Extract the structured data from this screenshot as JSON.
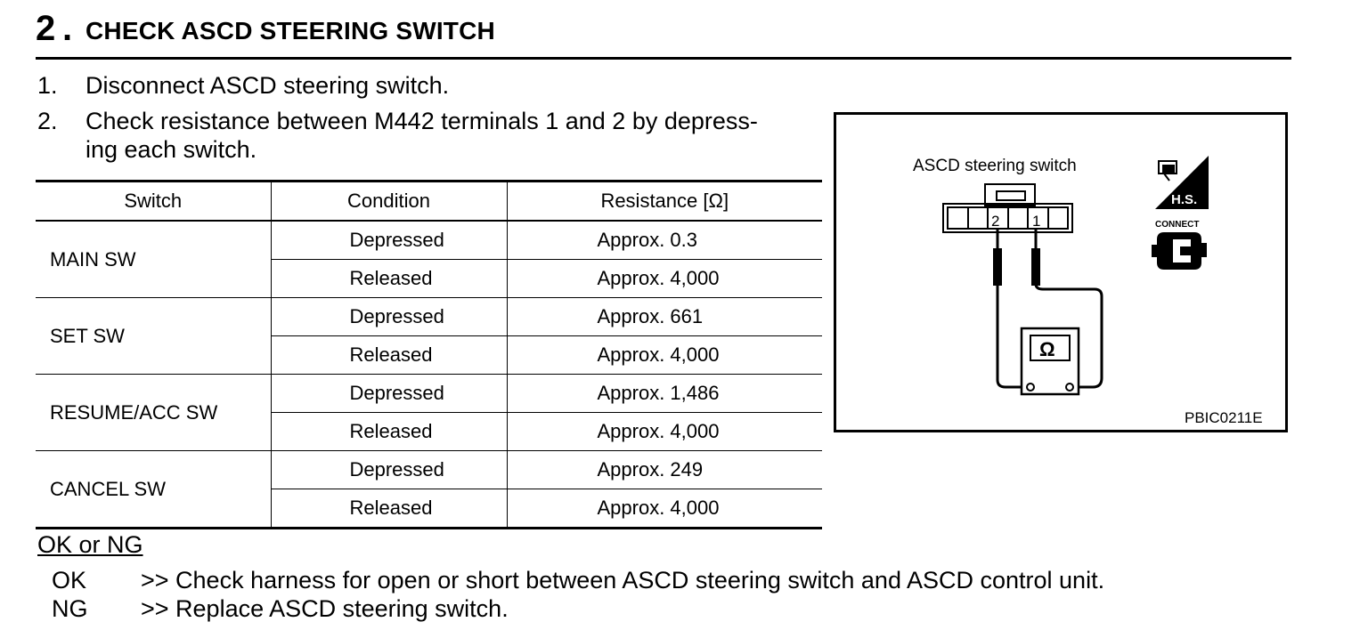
{
  "heading": {
    "number": "2",
    "dot": ".",
    "title": "CHECK ASCD STEERING SWITCH"
  },
  "steps": [
    {
      "num": "1.",
      "text": "Disconnect ASCD steering switch."
    },
    {
      "num": "2.",
      "line1": "Check resistance between M442 terminals 1 and 2 by depress-",
      "line2": "ing each switch."
    }
  ],
  "table": {
    "headers": [
      "Switch",
      "Condition",
      "Resistance [Ω]"
    ],
    "rows": [
      {
        "switch": "MAIN SW",
        "depressed": "Depressed",
        "depressed_value": "Approx. 0.3",
        "released": "Released",
        "released_value": "Approx. 4,000"
      },
      {
        "switch": "SET SW",
        "depressed": "Depressed",
        "depressed_value": "Approx. 661",
        "released": "Released",
        "released_value": "Approx. 4,000"
      },
      {
        "switch": "RESUME/ACC SW",
        "depressed": "Depressed",
        "depressed_value": "Approx. 1,486",
        "released": "Released",
        "released_value": "Approx. 4,000"
      },
      {
        "switch": "CANCEL SW",
        "depressed": "Depressed",
        "depressed_value": "Approx. 249",
        "released": "Released",
        "released_value": "Approx. 4,000"
      }
    ]
  },
  "diagram": {
    "label": "ASCD steering switch",
    "terminal_2": "2",
    "terminal_1": "1",
    "meter_symbol": "Ω",
    "hs_label": "H.S.",
    "connect_label": "CONNECT",
    "code": "PBIC0211E"
  },
  "result": {
    "title": "OK or NG",
    "ok_label": "OK",
    "ok_text": ">> Check harness for open or short between ASCD steering switch and ASCD control unit.",
    "ng_label": "NG",
    "ng_text": ">> Replace ASCD steering switch."
  }
}
